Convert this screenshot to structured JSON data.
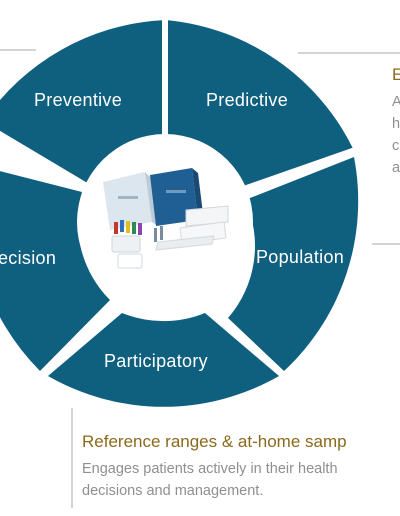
{
  "segments": {
    "preventive": "Preventive",
    "predictive": "Predictive",
    "population": "Population",
    "participatory": "Participatory",
    "precision": "ecision"
  },
  "callouts": {
    "top": {
      "title": "E",
      "lines": [
        "A",
        "h",
        "c",
        "a"
      ]
    },
    "bottom": {
      "title": "Reference ranges & at-home samp",
      "lines": [
        "Engages patients actively in their health",
        "decisions and management."
      ]
    }
  },
  "colors": {
    "segment": "#0f5f7f",
    "title": "#8a6a1a",
    "description": "#8f8f8f"
  }
}
